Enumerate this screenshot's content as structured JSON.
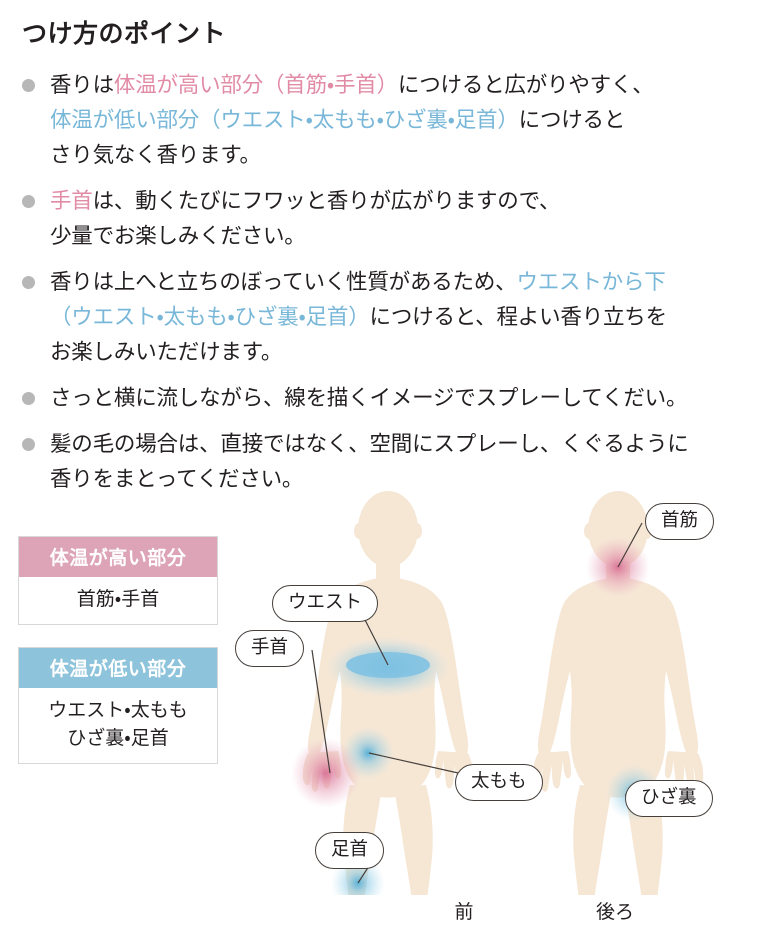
{
  "page": {
    "title": "つけ方のポイント"
  },
  "colors": {
    "warm_accent": "#dda4b7",
    "cool_accent": "#8dc3db",
    "warm_text": "#e28ba6",
    "cool_text": "#78b7d8",
    "bullet": "#b7b7b7",
    "body_fill": "#f6e7d5",
    "text": "#231f20"
  },
  "bullets": [
    {
      "id": "bullet-temperature",
      "segments": [
        {
          "text": "香りは",
          "style": "plain"
        },
        {
          "text": "体温が高い部分（首筋・手首）",
          "style": "warm"
        },
        {
          "text": "につけると広がりやすく、",
          "style": "plain"
        },
        {
          "text": "\n",
          "style": "break"
        },
        {
          "text": "体温が低い部分（ウエスト・太もも・ひざ裏・足首）",
          "style": "cool"
        },
        {
          "text": "につけると",
          "style": "plain"
        },
        {
          "text": "\n",
          "style": "break"
        },
        {
          "text": "さり気なく香ります。",
          "style": "plain"
        }
      ]
    },
    {
      "id": "bullet-wrist",
      "segments": [
        {
          "text": "手首",
          "style": "warm"
        },
        {
          "text": "は、動くたびにフワッと香りが広がりますので、",
          "style": "plain"
        },
        {
          "text": "\n",
          "style": "break"
        },
        {
          "text": "少量でお楽しみください。",
          "style": "plain"
        }
      ]
    },
    {
      "id": "bullet-rising",
      "segments": [
        {
          "text": "香りは上へと立ちのぼっていく性質があるため、",
          "style": "plain"
        },
        {
          "text": "ウエストから下",
          "style": "cool"
        },
        {
          "text": "\n",
          "style": "break"
        },
        {
          "text": "（ウエスト・太もも・ひざ裏・足首）",
          "style": "cool"
        },
        {
          "text": "につけると、程よい香り立ちを",
          "style": "plain"
        },
        {
          "text": "\n",
          "style": "break"
        },
        {
          "text": "お楽しみいただけます。",
          "style": "plain"
        }
      ]
    },
    {
      "id": "bullet-sideways",
      "segments": [
        {
          "text": "さっと横に流しながら、線を描くイメージでスプレーしてくだい。",
          "style": "plain"
        }
      ]
    },
    {
      "id": "bullet-hair",
      "segments": [
        {
          "text": "髪の毛の場合は、直接ではなく、空間にスプレーし、くぐるように",
          "style": "plain"
        },
        {
          "text": "\n",
          "style": "break"
        },
        {
          "text": "香りをまとってください。",
          "style": "plain"
        }
      ]
    }
  ],
  "legend": {
    "warm": {
      "header": "体温が高い部分",
      "body": "首筋・手首"
    },
    "cool": {
      "header": "体温が低い部分",
      "body_line1": "ウエスト・太もも",
      "body_line2": "ひざ裏・足首"
    }
  },
  "figure": {
    "caption_front": "前",
    "caption_back": "後ろ",
    "callouts": {
      "kubisuji": "首筋",
      "uesuto": "ウエスト",
      "tekubi": "手首",
      "futomomo": "太もも",
      "hizaura": "ひざ裏",
      "ashikubi": "足首"
    }
  }
}
